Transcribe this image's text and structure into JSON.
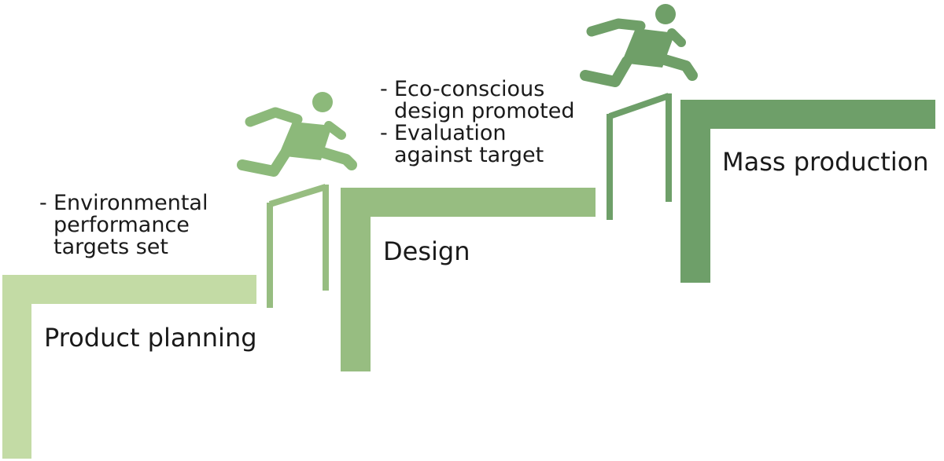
{
  "stages": [
    {
      "title": "Product planning",
      "color": "#c3dba5",
      "bullets": [
        "Environmental performance targets set"
      ],
      "bullet_lines": [
        [
          "Environmental",
          "performance",
          "targets set"
        ]
      ]
    },
    {
      "title": "Design",
      "color": "#97bd81",
      "bullets": [
        "Eco-conscious design promoted",
        "Evaluation against target"
      ],
      "bullet_lines": [
        [
          "Eco-conscious",
          "design promoted"
        ],
        [
          "Evaluation",
          "against target"
        ]
      ]
    },
    {
      "title": "Mass production",
      "color": "#6e9f69",
      "bullets": [],
      "bullet_lines": []
    }
  ],
  "bullet_marker": "-",
  "hurdler_colors": [
    "#8cb97a",
    "#6f9f68"
  ]
}
